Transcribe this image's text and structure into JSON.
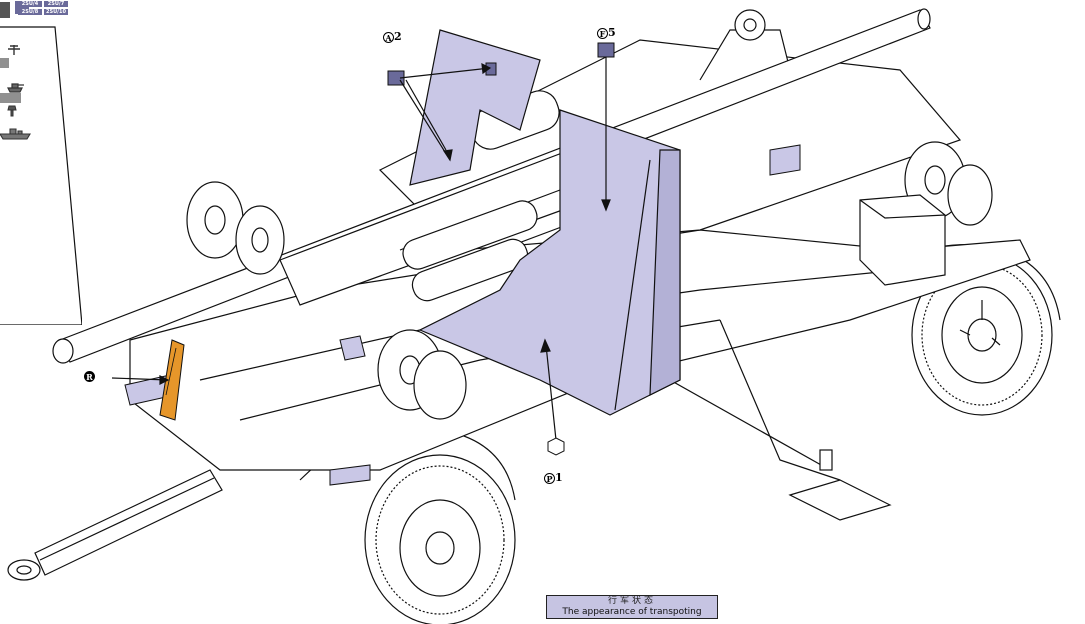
{
  "decals": {
    "top": [
      "2SU/4",
      "2SU/7"
    ],
    "bottom": [
      "2SU/8",
      "2SU/10"
    ]
  },
  "callouts": {
    "a2": {
      "letter": "A",
      "num": "2"
    },
    "f5": {
      "letter": "F",
      "num": "5"
    },
    "r": {
      "letter": "R",
      "num": ""
    },
    "p1": {
      "letter": "P",
      "num": "1"
    }
  },
  "caption": {
    "chinese": "行军状态",
    "english": "The appearance of transpoting"
  },
  "colors": {
    "shield": "#c9c7e6",
    "highlight_strap": "#e6962a",
    "line": "#111111"
  },
  "icons": [
    "airplane-icon",
    "tank-icon",
    "ship-icon",
    "soldier-icon"
  ]
}
